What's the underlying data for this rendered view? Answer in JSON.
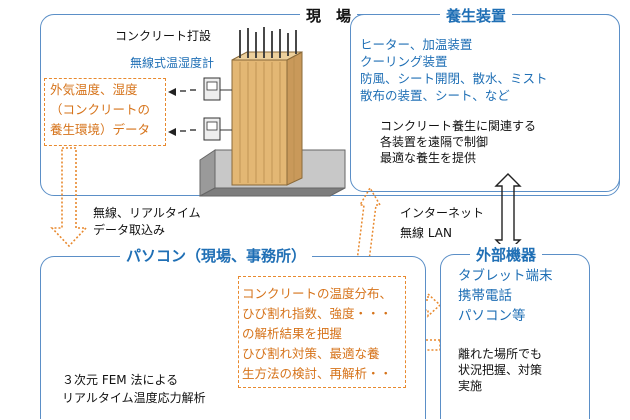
{
  "site": {
    "title": "現　場",
    "pour_label": "コンクリート打設",
    "sensor_label": "無線式温湿度計",
    "data_box": [
      "外気温度、湿度",
      "（コンクリートの",
      "養生環境）データ"
    ]
  },
  "curing": {
    "title": "養生装置",
    "items": [
      "ヒーター、加温装置",
      "クーリング装置",
      "防風、シート開閉、散水、ミスト",
      "散布の装置、シート、など"
    ],
    "desc": [
      "コンクリート養生に関連する",
      "各装置を遠隔で制御",
      "最適な養生を提供"
    ]
  },
  "wireless": [
    "無線、リアルタイム",
    "データ取込み"
  ],
  "internet": [
    "インターネット",
    "無線 LAN"
  ],
  "pc": {
    "title": "パソコン（現場、事務所）",
    "caption": [
      "３次元 FEM 法による",
      "リアルタイム温度応力解析"
    ],
    "analysis": [
      "コンクリートの温度分布、",
      "ひび割れ指数、強度・・・",
      "の解析結果を把握",
      "ひび割れ対策、最適な養",
      "生方法の検討、再解析・・"
    ]
  },
  "external": {
    "title": "外部機器",
    "devices": [
      "タブレット端末",
      "携帯電話",
      "パソコン等"
    ],
    "desc": [
      "離れた場所でも",
      "状況把握、対策",
      "実施"
    ]
  }
}
